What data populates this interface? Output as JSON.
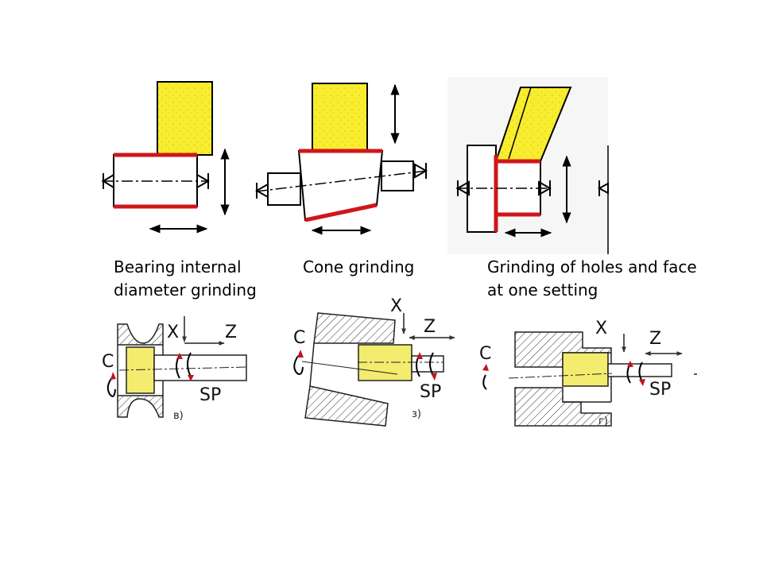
{
  "captions": [
    "Bearing internal\ndiameter grinding",
    "Cone grinding",
    "Grinding of holes and face\nat one setting"
  ],
  "axis_labels": {
    "x": "X",
    "z": "Z",
    "c": "C",
    "sp": "SP"
  },
  "sublabels": [
    "в)",
    "з)",
    "г)"
  ],
  "colors": {
    "wheel": "#f5ec3c",
    "ground_surface": "#d0161b",
    "rotation_arrow": "#c0151b"
  }
}
